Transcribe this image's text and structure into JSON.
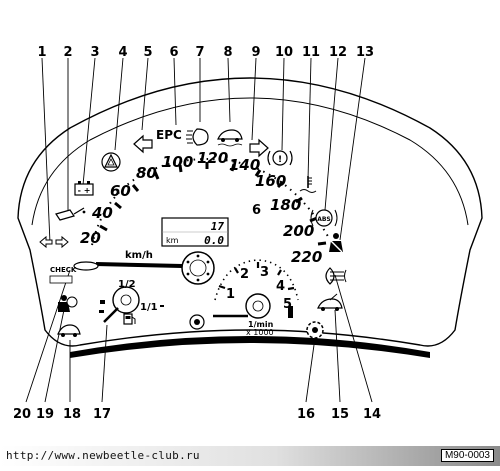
{
  "callouts_top": [
    "1",
    "2",
    "3",
    "4",
    "5",
    "6",
    "7",
    "8",
    "9",
    "10",
    "11",
    "12",
    "13"
  ],
  "callouts_bottom": [
    "20",
    "19",
    "18",
    "17",
    "16",
    "15",
    "14"
  ],
  "speed_ticks": [
    "20",
    "40",
    "60",
    "80",
    "100",
    "120",
    "140",
    "160",
    "180",
    "200",
    "220"
  ],
  "speed_unit": "km/h",
  "tacho_ticks": [
    "1",
    "2",
    "3",
    "4",
    "5",
    "6"
  ],
  "tacho_unit": "1/min",
  "tacho_multiplier": "x 1000",
  "fuel_half": "1/2",
  "fuel_full": "1/1",
  "lcd_top": "17",
  "lcd_bottom": "0.0",
  "lcd_unit": "km",
  "epc_label": "EPC",
  "abs_label": "ABS",
  "check_label": "CHECK",
  "footer_url": "http://www.newbeetle-club.ru",
  "figure_code": "M90-0003",
  "colors": {
    "ink": "#000000",
    "footer_gradient_start": "#ffffff",
    "footer_gradient_end": "#8a8a8a"
  }
}
